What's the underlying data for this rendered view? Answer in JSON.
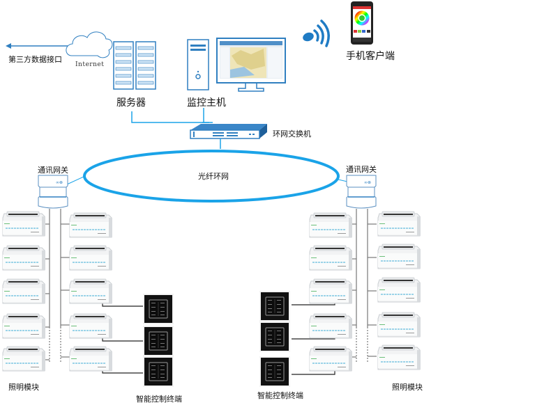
{
  "diagram": {
    "third_party": {
      "label": "第三方数据接口"
    },
    "internet": {
      "label": "Internet"
    },
    "server": {
      "label": "服务器"
    },
    "monitor_host": {
      "label": "监控主机"
    },
    "mobile_client": {
      "label": "手机客户端"
    },
    "ring_switch": {
      "label": "环网交换机"
    },
    "fiber_ring": {
      "label": "光纤环网"
    },
    "gateway_left": {
      "label": "通讯网关"
    },
    "gateway_right": {
      "label": "通讯网关"
    },
    "lighting_left": {
      "label": "照明模块"
    },
    "lighting_right": {
      "label": "照明模块"
    },
    "terminal_left": {
      "label": "智能控制终端"
    },
    "terminal_right": {
      "label": "智能控制终端"
    }
  },
  "colors": {
    "accent_blue": "#1aa3e8",
    "icon_blue": "#2f7fc0",
    "line_gray": "#777777",
    "terminal_black": "#111111"
  }
}
